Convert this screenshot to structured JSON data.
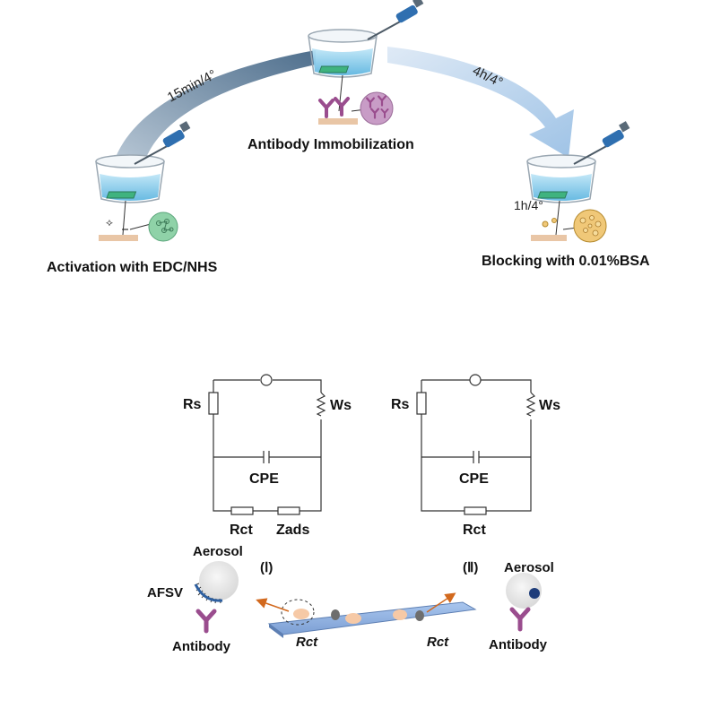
{
  "top": {
    "steps": {
      "activation": "Activation with EDC/NHS",
      "immobilization": "Antibody Immobilization",
      "blocking": "Blocking with 0.01%BSA"
    },
    "conditions": {
      "left_arrow": "15min/4°",
      "right_arrow": "4h/4°",
      "blocking_time": "1h/4°"
    }
  },
  "circuits": {
    "left": {
      "rs": "Rs",
      "ws": "Ws",
      "cpe": "CPE",
      "rct": "Rct",
      "zads": "Zads"
    },
    "right": {
      "rs": "Rs",
      "ws": "Ws",
      "cpe": "CPE",
      "rct": "Rct"
    }
  },
  "bottom": {
    "case_one": "(Ⅰ)",
    "case_two": "(Ⅱ)",
    "aerosol_left": "Aerosol",
    "aerosol_right": "Aerosol",
    "afsv": "AFSV",
    "antibody_left": "Antibody",
    "antibody_right": "Antibody",
    "rct_left": "Rct",
    "rct_right": "Rct"
  },
  "colors": {
    "arrow_left": "#6f8aa3",
    "arrow_right": "#a9c8e6",
    "beaker_liquid": "#7fc4e8",
    "antibody": "#9a4d8e",
    "activation_circle": "#8fd2a8",
    "immobilization_circle": "#c89cc6",
    "blocking_circle": "#f0c878",
    "electrode_plate": "#8fb3e0",
    "aerosol": "#e6e6e6",
    "aerosol_core": "#1f3d7a"
  }
}
